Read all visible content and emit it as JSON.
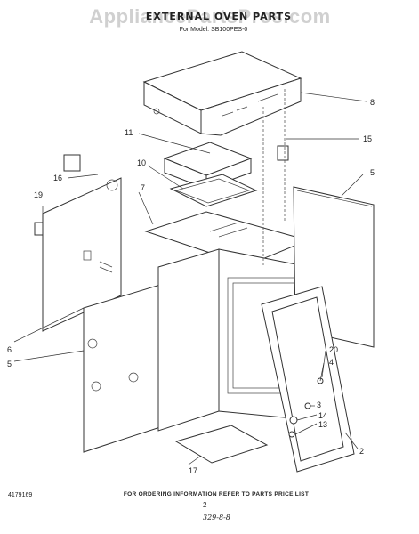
{
  "watermark": "AppliancePartsPros.com",
  "title": "EXTERNAL OVEN PARTS",
  "subtitle": "For Model: SB100PES-0",
  "callouts": [
    "8",
    "11",
    "15",
    "10",
    "5",
    "16",
    "7",
    "19",
    "20",
    "4",
    "6",
    "5",
    "3",
    "14",
    "13",
    "2",
    "17"
  ],
  "footer_note": "FOR ORDERING INFORMATION REFER TO PARTS PRICE LIST",
  "doc_number": "4179169",
  "page_number": "2",
  "handwritten_note": "329-8-8"
}
